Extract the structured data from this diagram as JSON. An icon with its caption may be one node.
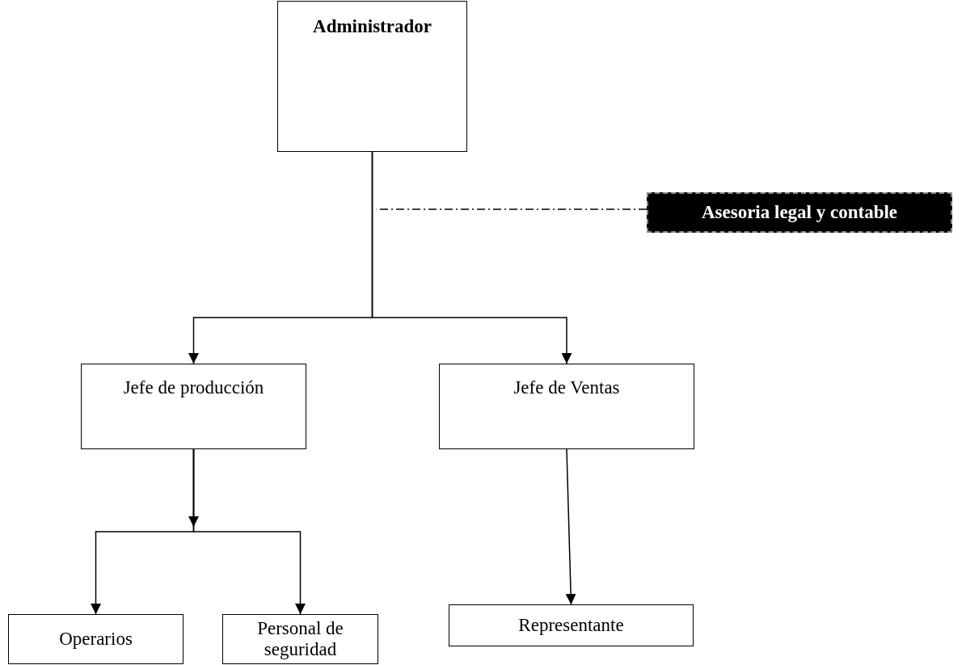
{
  "diagram": {
    "nodes": [
      {
        "text": [
          "Administrador"
        ]
      },
      {
        "text": [
          "Asesoria legal y contable"
        ]
      },
      {
        "text": [
          "Jefe de producción"
        ]
      },
      {
        "text": [
          "Jefe de Ventas"
        ]
      },
      {
        "text": [
          "Operarios"
        ]
      },
      {
        "text": [
          "Personal de seguridad"
        ]
      },
      {
        "text": [
          "Representante"
        ]
      }
    ],
    "edges": [
      {
        "from": 0,
        "to": 2,
        "arrow": "to"
      },
      {
        "from": 0,
        "to": 3,
        "arrow": "to"
      },
      {
        "from": 0,
        "to": 1,
        "arrow": "none",
        "style": "dashed"
      },
      {
        "from": 2,
        "to": 4,
        "arrow": "to"
      },
      {
        "from": 2,
        "to": 5,
        "arrow": "to"
      },
      {
        "from": 3,
        "to": 6,
        "arrow": "to"
      }
    ]
  }
}
